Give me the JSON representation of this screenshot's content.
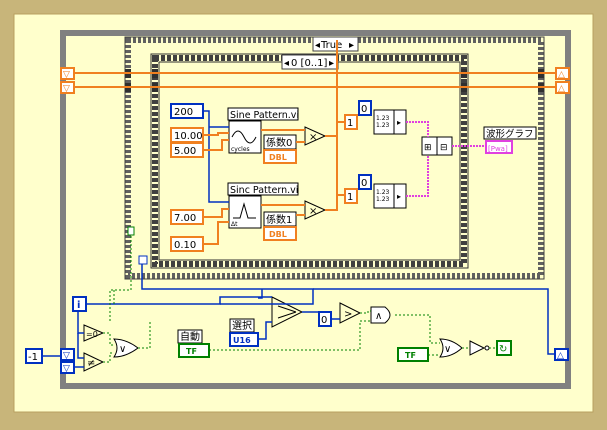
{
  "case_selector": "True",
  "sequence_selector": "0 [0..1]",
  "loop_iteration": "i",
  "subvis": {
    "sine": "Sine Pattern.vi",
    "sinc": "Sinc Pattern.vi"
  },
  "constants": {
    "samples": "200",
    "sine_amplitude": "10.00",
    "sine_cycles": "5.00",
    "sinc_amplitude": "7.00",
    "sinc_delay": "0.10",
    "index_top": "0",
    "index_bottom": "0",
    "one_top": "1",
    "one_bottom": "1",
    "comparison_zero": "0",
    "neg_one": "-1"
  },
  "labels": {
    "coef0": "係数0",
    "coef1": "係数1",
    "auto": "自動",
    "select": "選択",
    "waveform_graph": "波形グラフ"
  },
  "types": {
    "dbl": "DBL",
    "tf": "TF",
    "u16": "U16",
    "waveform": "[Pwa]"
  },
  "operators": {
    "multiply": "×",
    "equal_zero": "=0",
    "not_equal": "≠",
    "or": "∨",
    "and": "∧",
    "greater": ">"
  },
  "colors": {
    "background": "#c8b57a",
    "diagram": "#ffffcc",
    "wire_numeric": "#f08020",
    "wire_integer": "#0030c0",
    "wire_boolean": "#008000",
    "wire_waveform": "#e040e0",
    "frame": "#808080"
  }
}
